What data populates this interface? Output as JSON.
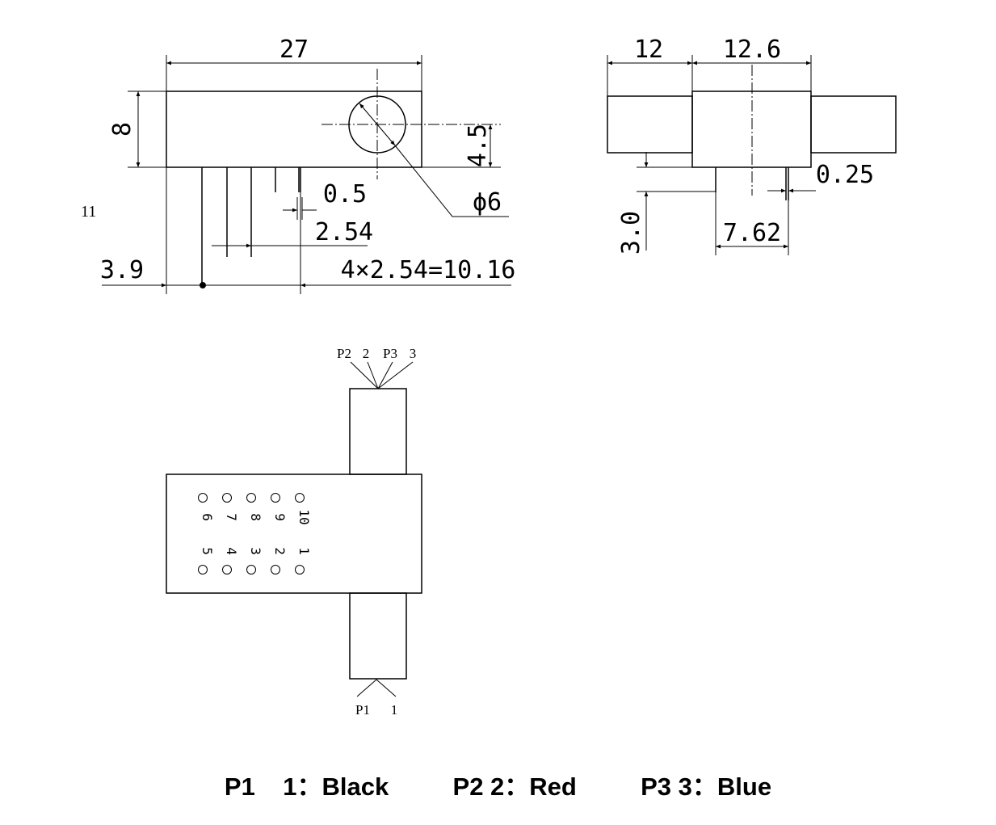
{
  "front_view": {
    "width_dim": "27",
    "height_dim": "8",
    "hole_offset_dim": "4.5",
    "hole_diameter_dim": "ϕ6",
    "pin_width_dim": "0.5",
    "pin_pitch_dim": "2.54",
    "pin_offset_dim": "3.9",
    "pin_span_dim": "4×2.54=10.16",
    "side_label": "11"
  },
  "side_view": {
    "left_dim": "12",
    "body_dim": "12.6",
    "pin_width_dim": "0.25",
    "pin_height_dim": "3.0",
    "row_spacing_dim": "7.62"
  },
  "bottom_view": {
    "top_fiber_labels": [
      "P2",
      "2",
      "P3",
      "3"
    ],
    "bottom_fiber_labels": [
      "P1",
      "1"
    ],
    "pins_top_row": [
      "6",
      "7",
      "8",
      "9",
      "10"
    ],
    "pins_bottom_row": [
      "5",
      "4",
      "3",
      "2",
      "1"
    ]
  },
  "legend": {
    "p1_id": "P1",
    "p1_pin": "1：Black",
    "p2": "P2 2：Red",
    "p3": "P3 3：Blue"
  }
}
